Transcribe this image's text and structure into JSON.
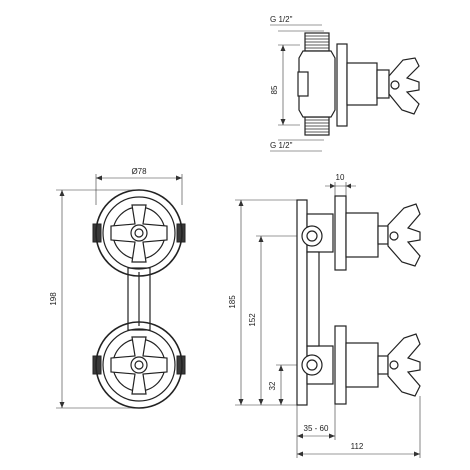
{
  "diagram": {
    "top_view": {
      "thread_top": "G 1/2\"",
      "thread_bottom": "G 1/2\"",
      "center_distance": "85"
    },
    "front_view": {
      "diameter": "Ø78",
      "height": "198"
    },
    "side_view": {
      "plate_depth": "10",
      "height": "185",
      "upper_axis": "152",
      "lower_axis": "32",
      "wall_range": "35 - 60",
      "total_depth": "112"
    }
  }
}
